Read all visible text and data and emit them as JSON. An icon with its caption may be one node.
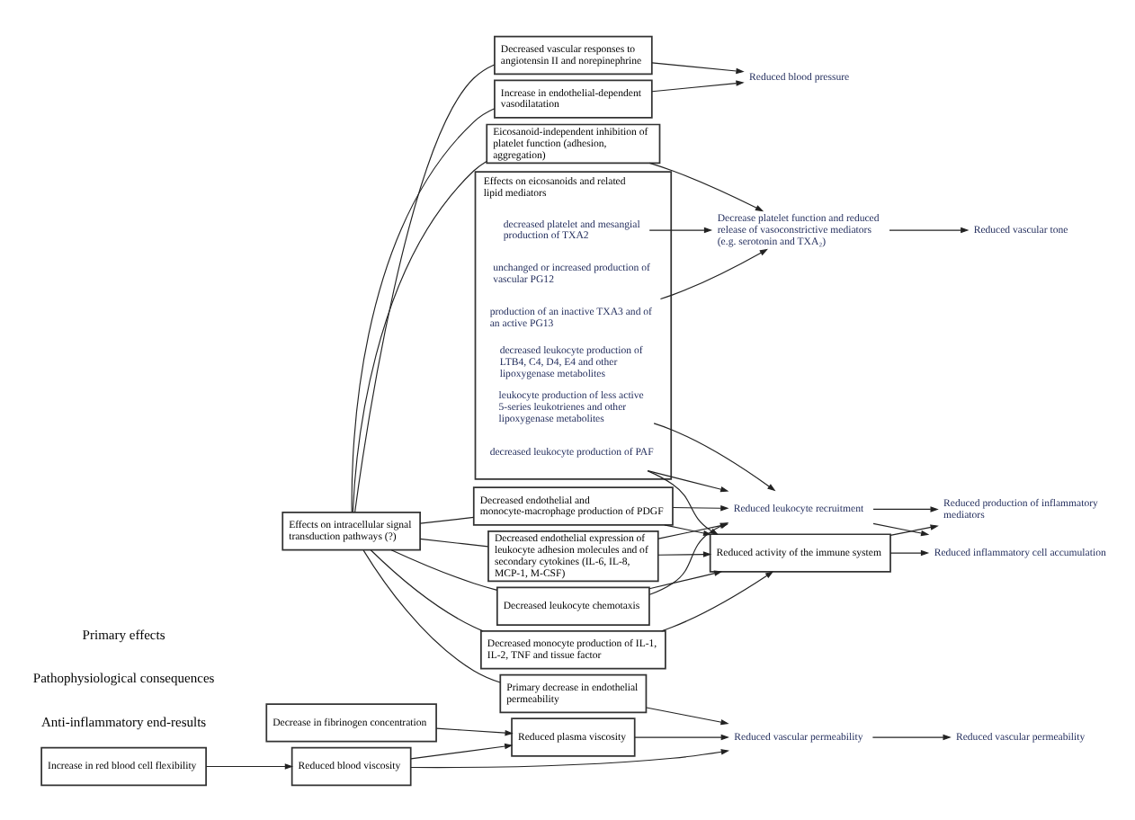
{
  "diagram": {
    "nodes": [
      {
        "text": [
          "Effects on intracellular signal transduction pathways (?)"
        ]
      },
      {
        "text": [
          "Effects on eicosanoids and related lipid mediators"
        ]
      },
      {
        "text": [
          "decreased platelet and mesangial production of TXA2"
        ],
        "in": 1
      },
      {
        "text": [
          "unchanged or increased production of vascular PG12"
        ],
        "in": 1
      },
      {
        "text": [
          "production of an inactive TXA3 and of an active PG13"
        ],
        "in": 1
      },
      {
        "text": [
          "decreased leukocyte production of LTB4, C4, D4, E4 and other lipoxygenase metabolites"
        ],
        "in": 1
      },
      {
        "text": [
          "leukocyte production of less active 5-series leukotrienes and other lipoxygenase metabolites"
        ],
        "in": 1
      },
      {
        "text": [
          "decreased leukocyte production of PAF"
        ],
        "in": 1
      },
      {
        "text": [
          "Eicosanoid-independent inhibition of platelet function (adhesion, aggregation)"
        ]
      },
      {
        "text": [
          "Decreased endothelial and monocyte-macrophage production of PDGF"
        ]
      },
      {
        "text": [
          "Decreased monocyte production of IL-1, IL-2, TNF and tissue factor"
        ]
      },
      {
        "text": [
          "Decreased endothelial expression of leukocyte adhesion molecules and of secondary cytokines (IL-6, IL-8, MCP-1, M-CSF)"
        ]
      },
      {
        "text": [
          "Decreased leukocyte chemotaxis"
        ]
      },
      {
        "text": [
          "Primary decrease in endothelial permeability"
        ]
      },
      {
        "text": [
          "Increase in endothelial-dependent vasodilatation"
        ]
      },
      {
        "text": [
          "Decreased vascular responses to angiotensin II and norepinephrine"
        ]
      },
      {
        "text": [
          "Decrease in fibrinogen concentration"
        ]
      },
      {
        "text": [
          "Increase in red blood cell flexibility"
        ]
      },
      {
        "text": [
          "Decrease platelet function and reduced release of vasoconstrictive mediators (e.g. serotonin and TXA₂)"
        ]
      },
      {
        "text": [
          "Reduced leukocyte recruitment"
        ]
      },
      {
        "text": [
          "Reduced activity of the immune system"
        ]
      },
      {
        "text": [
          "Reduced blood pressure"
        ]
      },
      {
        "text": [
          "Reduced plasma viscosity"
        ]
      },
      {
        "text": [
          "Reduced blood viscosity"
        ]
      },
      {
        "text": [
          "Reduced vascular permeability"
        ]
      },
      {
        "text": [
          "Reduced vascular tone"
        ]
      },
      {
        "text": [
          "Reduced inflammatory cell accumulation"
        ]
      },
      {
        "text": [
          "Reduced production of inflammatory mediators"
        ]
      },
      {
        "text": [
          "Reduced vascular permeability"
        ]
      }
    ],
    "edges": [
      {
        "from": 0,
        "to": 8,
        "arrow": "none"
      },
      {
        "from": 0,
        "to": 9,
        "arrow": "none"
      },
      {
        "from": 0,
        "to": 10,
        "arrow": "none"
      },
      {
        "from": 0,
        "to": 11,
        "arrow": "none"
      },
      {
        "from": 0,
        "to": 12,
        "arrow": "none"
      },
      {
        "from": 0,
        "to": 13,
        "arrow": "none"
      },
      {
        "from": 0,
        "to": 14,
        "arrow": "none"
      },
      {
        "from": 0,
        "to": 15,
        "arrow": "none"
      },
      {
        "from": 2,
        "to": 18,
        "arrow": "to"
      },
      {
        "from": 4,
        "to": 18,
        "arrow": "to"
      },
      {
        "from": 6,
        "to": 19,
        "arrow": "to"
      },
      {
        "from": 7,
        "to": 19,
        "arrow": "to"
      },
      {
        "from": 7,
        "to": 20,
        "arrow": "to"
      },
      {
        "from": 8,
        "to": 18,
        "arrow": "to"
      },
      {
        "from": 9,
        "to": 19,
        "arrow": "to"
      },
      {
        "from": 9,
        "to": 20,
        "arrow": "to"
      },
      {
        "from": 10,
        "to": 20,
        "arrow": "to"
      },
      {
        "from": 11,
        "to": 20,
        "arrow": "to"
      },
      {
        "from": 11,
        "to": 19,
        "arrow": "to"
      },
      {
        "from": 12,
        "to": 20,
        "arrow": "to"
      },
      {
        "from": 12,
        "to": 19,
        "arrow": "to"
      },
      {
        "from": 18,
        "to": 25,
        "arrow": "to"
      },
      {
        "from": 19,
        "to": 26,
        "arrow": "to"
      },
      {
        "from": 19,
        "to": 27,
        "arrow": "to"
      },
      {
        "from": 20,
        "to": 26,
        "arrow": "to"
      },
      {
        "from": 20,
        "to": 27,
        "arrow": "to"
      },
      {
        "from": 13,
        "to": 24,
        "arrow": "to"
      },
      {
        "from": 14,
        "to": 21,
        "arrow": "to"
      },
      {
        "from": 15,
        "to": 21,
        "arrow": "to"
      },
      {
        "from": 16,
        "to": 22,
        "arrow": "to"
      },
      {
        "from": 17,
        "to": 23,
        "arrow": "to"
      },
      {
        "from": 23,
        "to": 22,
        "arrow": "to"
      },
      {
        "from": 23,
        "to": 24,
        "arrow": "to"
      },
      {
        "from": 22,
        "to": 24,
        "arrow": "to"
      },
      {
        "from": 24,
        "to": 28,
        "arrow": "to"
      }
    ],
    "labels": [
      "Primary effects",
      "Pathophysiological consequences",
      "Anti-inflammatory end-results"
    ]
  }
}
